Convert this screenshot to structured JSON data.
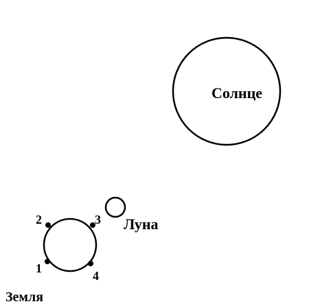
{
  "labels": {
    "sun": "Солнце",
    "moon": "Луна",
    "earth": "Земля"
  },
  "earth_points": [
    "1",
    "2",
    "3",
    "4"
  ]
}
